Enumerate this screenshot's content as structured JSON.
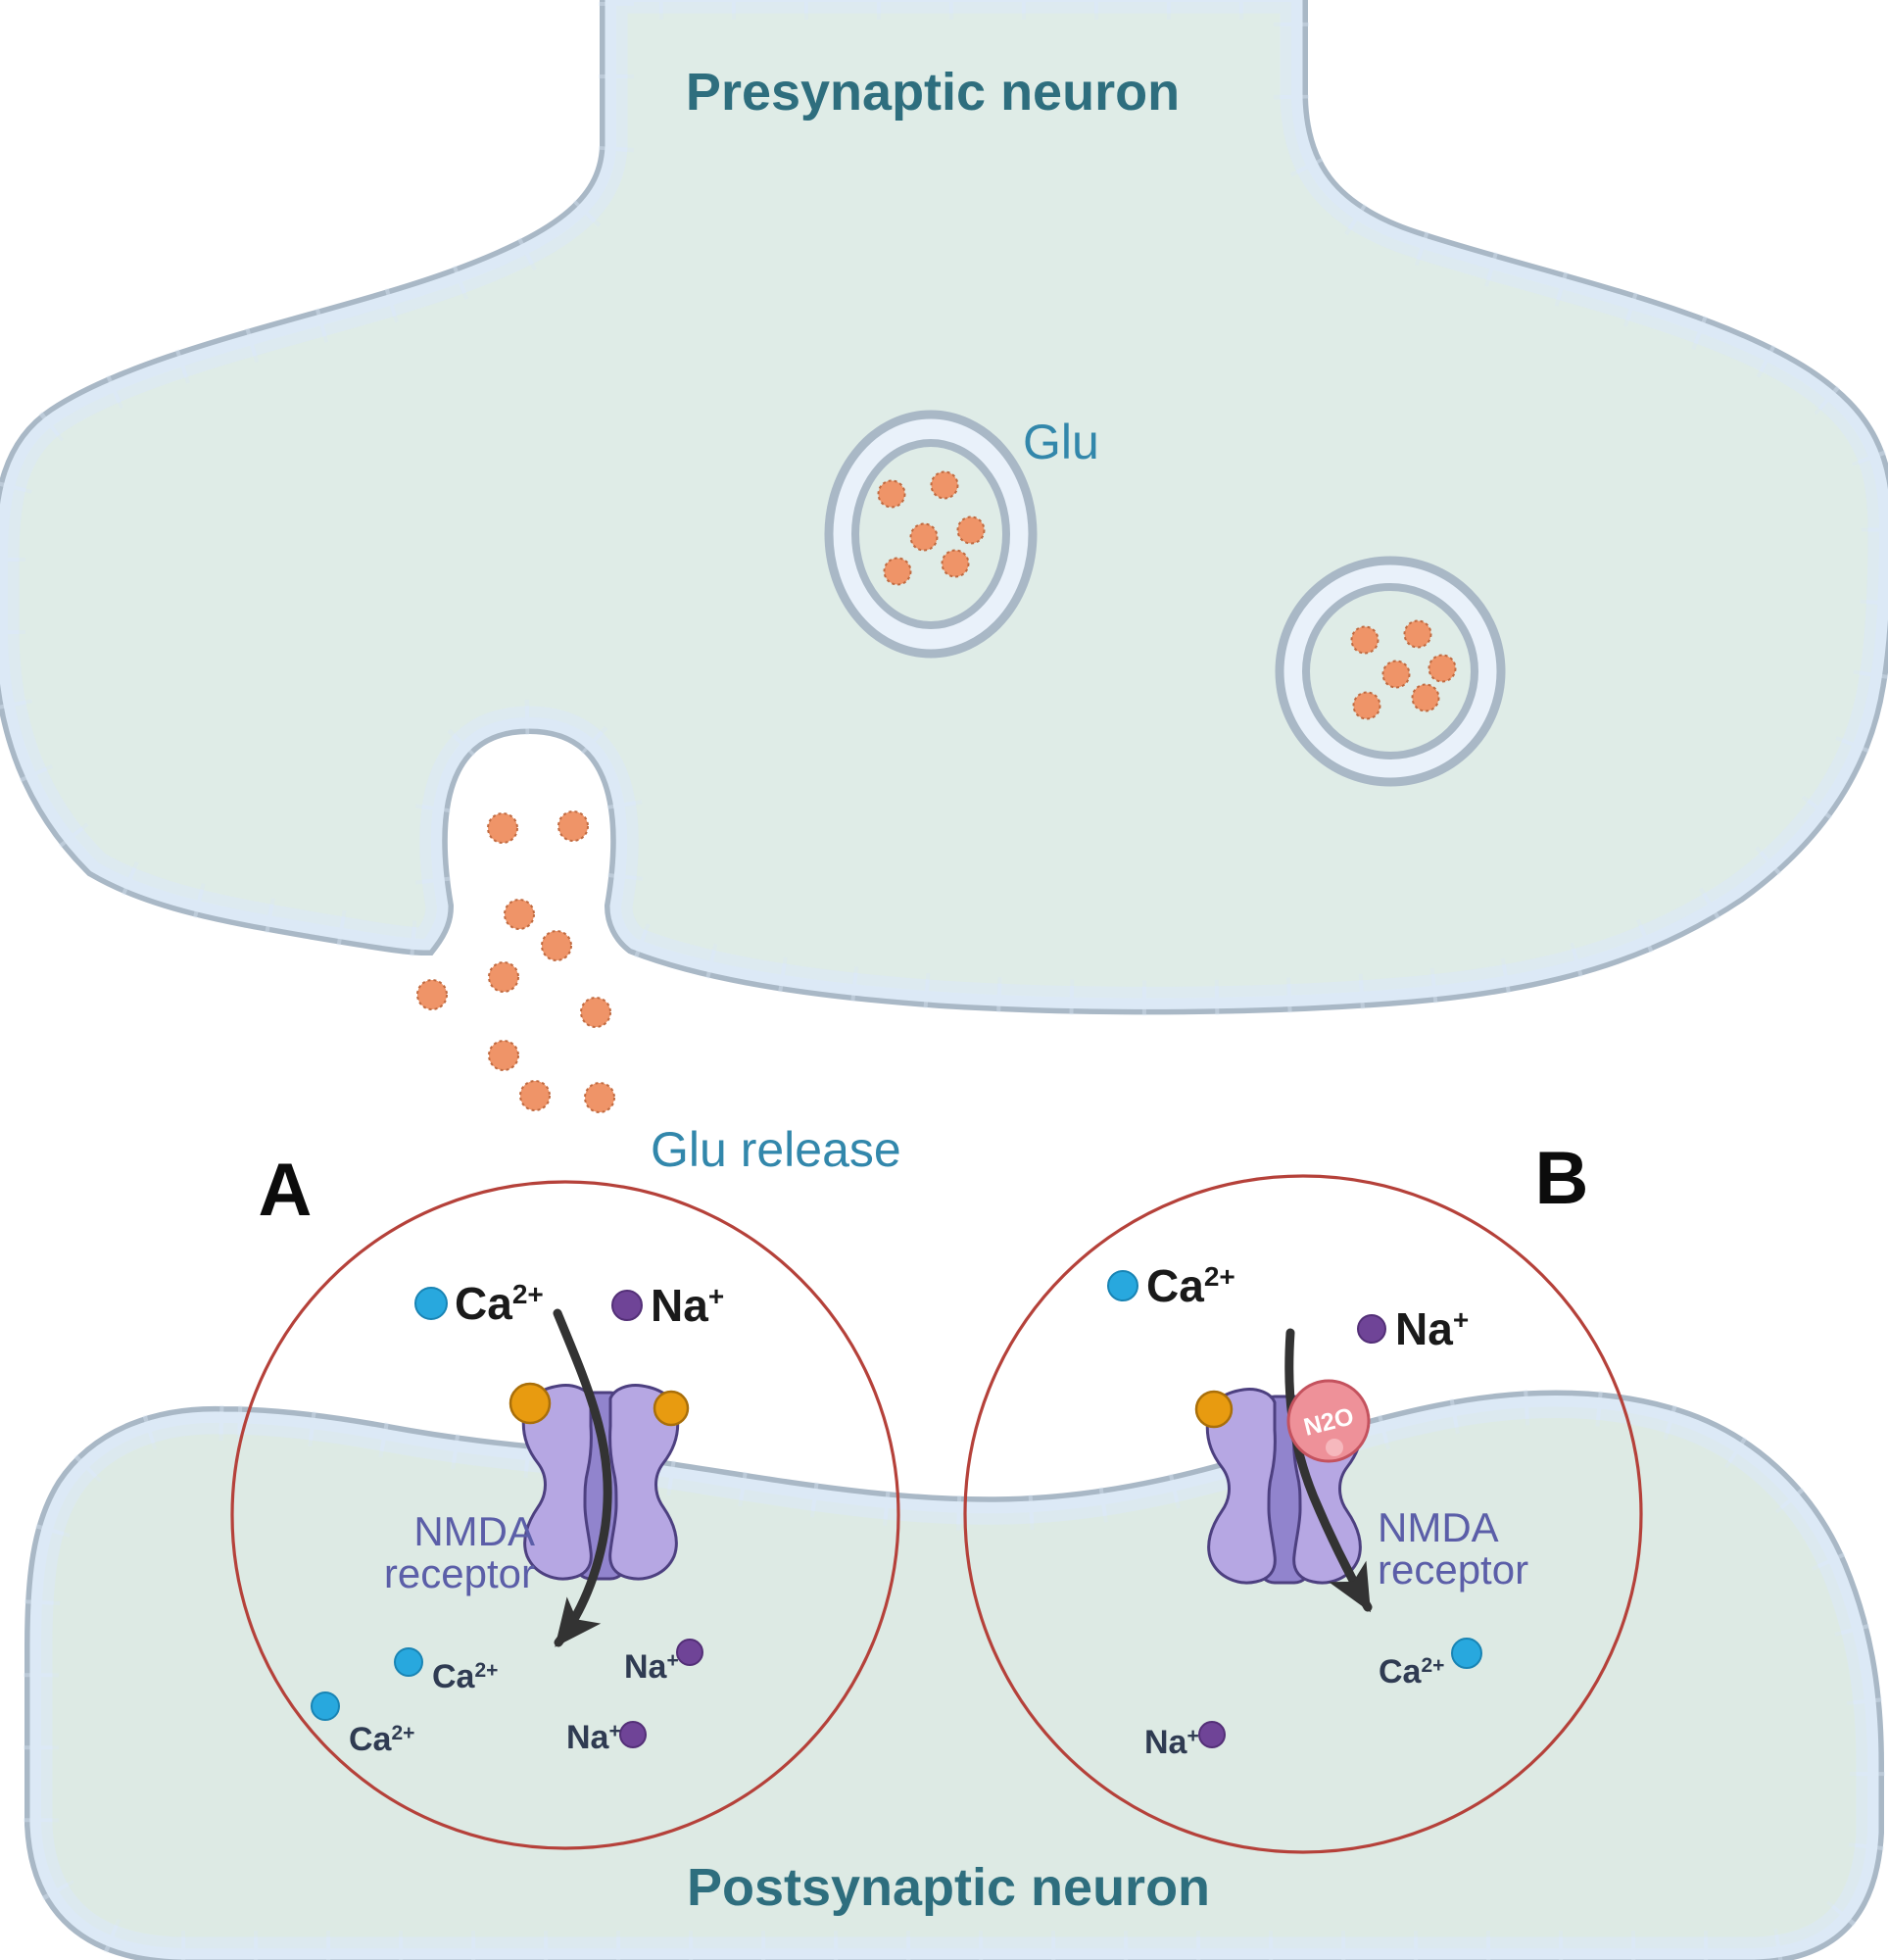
{
  "labels": {
    "presynaptic": "Presynaptic neuron",
    "postsynaptic": "Postsynaptic neuron",
    "glu": "Glu",
    "glu_release": "Glu release",
    "panel_a": "A",
    "panel_b": "B",
    "nmda_line1": "NMDA",
    "nmda_line2": "receptor",
    "n2o": "N2O",
    "ca_base": "Ca",
    "ca_sup": "2+",
    "na_base": "Na",
    "na_sup": "+"
  },
  "colors": {
    "membrane_gray": "#a9b8c6",
    "membrane_blue": "#dce9f6",
    "presyn_fill": "#dfece7",
    "postsyn_fill": "#ddeae4",
    "vesicle_ring": "#e9f1fa",
    "glu_dot": "#ef9468",
    "glu_dot_border": "#c06a40",
    "red_circle": "#b5413a",
    "receptor_fill": "#b6a7e3",
    "receptor_channel": "#9184cd",
    "receptor_outline": "#4d4080",
    "glu_ball": "#e89b10",
    "glu_ball_border": "#a96f0a",
    "n2o_fill": "#ee9199",
    "n2o_border": "#c4525e",
    "ca_ion": "#28a8de",
    "ca_border": "#1984b4",
    "na_ion": "#6f4497",
    "na_border": "#532f77",
    "teal_title": "#2e6e7e",
    "teal_label": "#3287ab",
    "nmda_label": "#5b5ea8",
    "arrow": "#333333",
    "ion_text_small": "#2f3b52"
  }
}
